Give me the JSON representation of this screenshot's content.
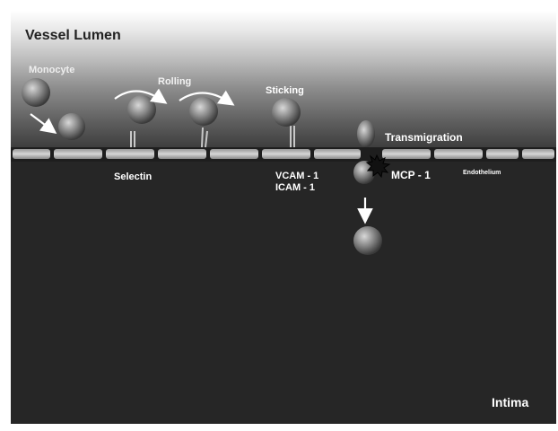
{
  "labels": {
    "lumen": "Vessel Lumen",
    "monocyte": "Monocyte",
    "rolling": "Rolling",
    "sticking": "Sticking",
    "transmigration": "Transmigration",
    "selectin": "Selectin",
    "vcam": "VCAM - 1",
    "icam": "ICAM - 1",
    "mcp": "MCP - 1",
    "endothelium": "Endothelium",
    "intima": "Intima"
  },
  "colors": {
    "lumen_top": "#ffffff",
    "lumen_bottom": "#3a3a3a",
    "intima": "#2a2a2a",
    "cell": "#8c8c8c",
    "endothelium": "#b8b8b8",
    "text": "#ffffff"
  }
}
